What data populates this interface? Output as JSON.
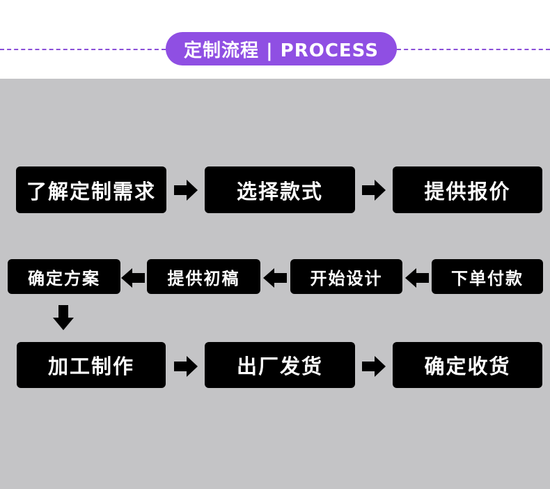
{
  "header": {
    "title": "定制流程 | PROCESS",
    "accent": "#8f4fe3"
  },
  "steps": {
    "s1": "了解定制需求",
    "s2": "选择款式",
    "s3": "提供报价",
    "s4": "下单付款",
    "s5": "开始设计",
    "s6": "提供初稿",
    "s7": "确定方案",
    "s8": "加工制作",
    "s9": "出厂发货",
    "s10": "确定收货"
  }
}
